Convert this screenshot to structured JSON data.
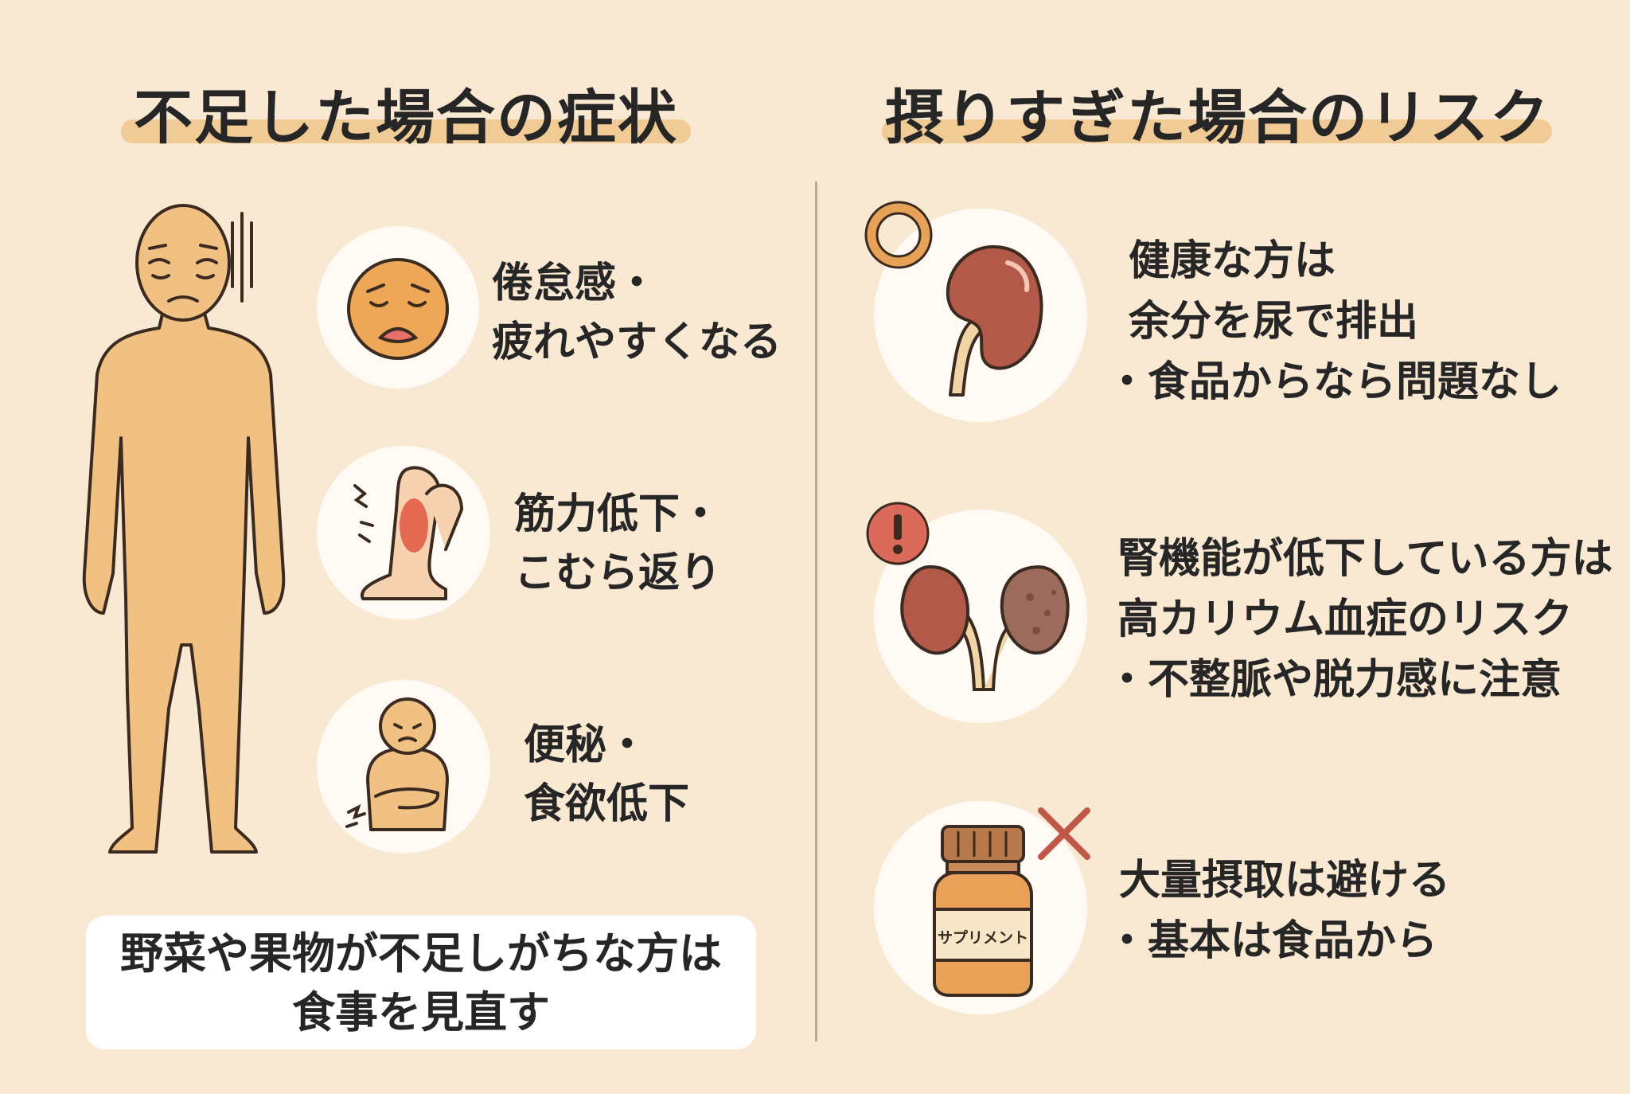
{
  "left_section": {
    "heading": "不足した場合の症状",
    "symptoms": [
      {
        "line1": "倦怠感・",
        "line2": "疲れやすくなる",
        "icon": "tired-face-icon"
      },
      {
        "line1": "筋力低下・",
        "line2": "こむら返り",
        "icon": "leg-cramp-icon"
      },
      {
        "line1": "便秘・",
        "line2": "食欲低下",
        "icon": "stomach-ache-icon"
      }
    ],
    "note": {
      "line1": "野菜や果物が不足しがちな方は",
      "line2": "食事を見直す"
    }
  },
  "right_section": {
    "heading": "摂りすぎた場合のリスク",
    "risks": [
      {
        "line1": "健康な方は",
        "line2": "余分を尿で排出",
        "line3": "・食品からなら問題なし",
        "icon": "kidney-icon",
        "badge": "ok-circle-icon"
      },
      {
        "line1": "腎機能が低下している方は",
        "line2": "高カリウム血症のリスク",
        "line3": "・不整脈や脱力感に注意",
        "icon": "damaged-kidneys-icon",
        "badge": "warning-icon"
      },
      {
        "line1": "大量摂取は避ける",
        "line2": "・基本は食品から",
        "icon": "supplement-bottle-icon",
        "badge": "cross-icon"
      }
    ],
    "bottle_label": "サプリメント"
  },
  "colors": {
    "background": "#f9e8d2",
    "heading_underline": "#f0cb96",
    "skin": "#f1c183",
    "kidney": "#b2594a",
    "warning_red": "#dc6a5a",
    "bottle_orange": "#e7a257"
  }
}
